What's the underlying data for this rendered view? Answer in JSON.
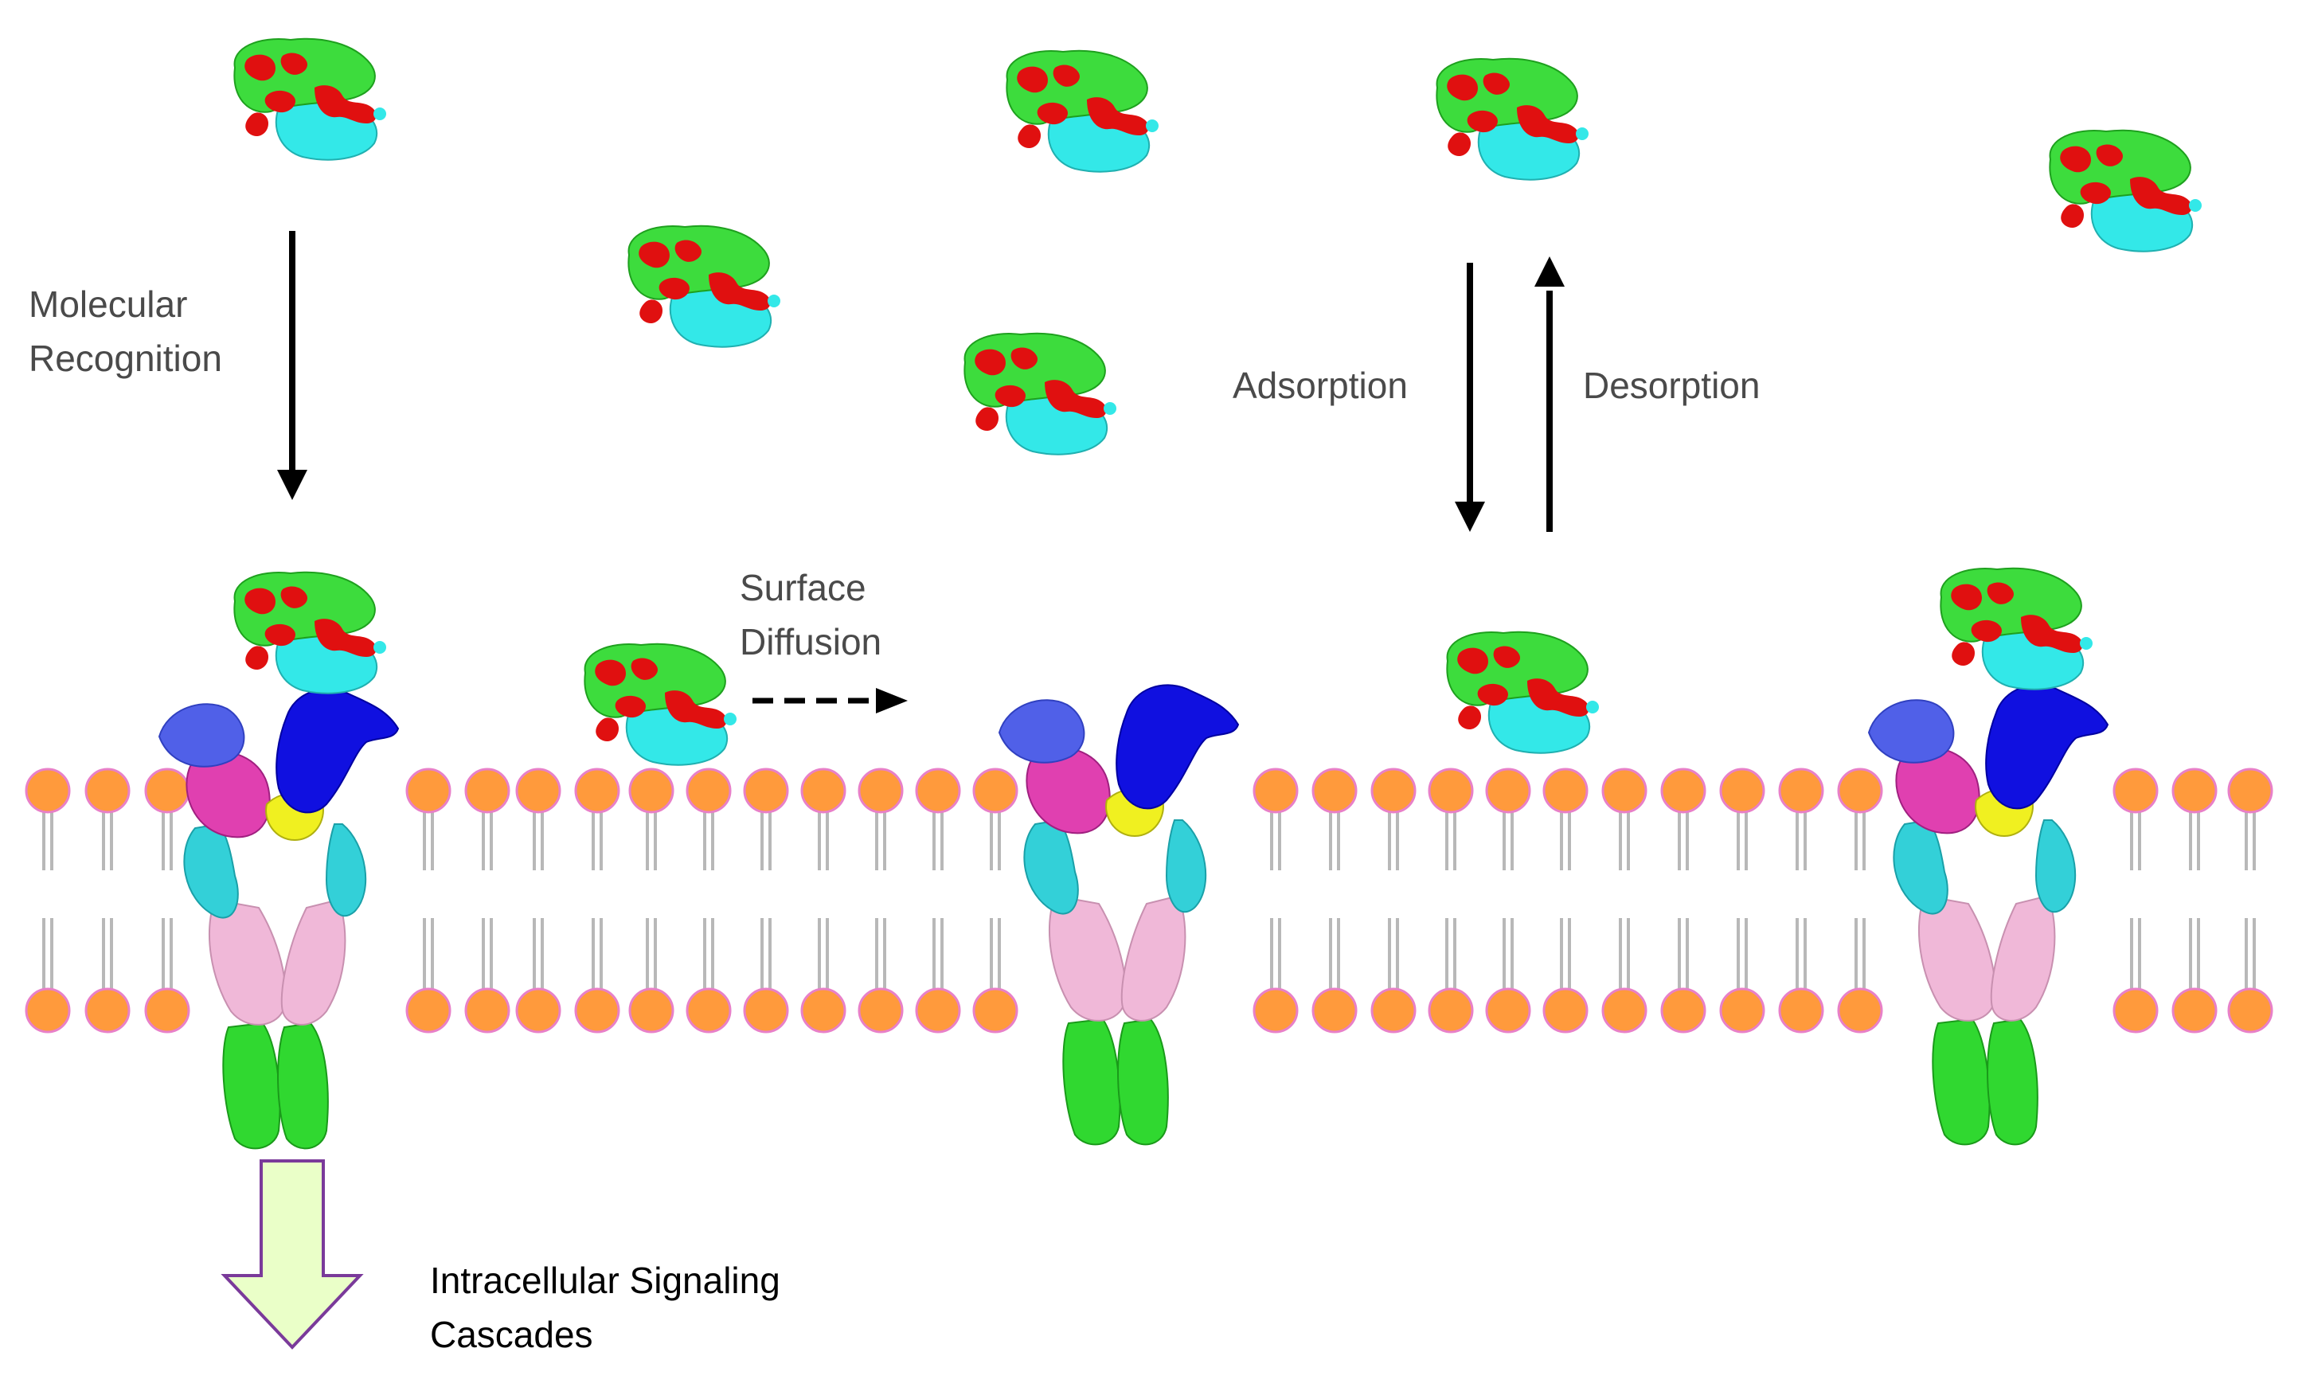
{
  "labels": {
    "molecular_recognition": [
      "Molecular",
      "Recognition"
    ],
    "surface_diffusion": [
      "Surface",
      "Diffusion"
    ],
    "adsorption": "Adsorption",
    "desorption": "Desorption",
    "intracellular": [
      "Intracellular Signaling",
      "Cascades"
    ]
  },
  "colors": {
    "background": "#ffffff",
    "lipid_head": "#ff9a3c",
    "lipid_head_stroke": "#e880c8",
    "lipid_tail": "#b8b8b8",
    "ligand_green": "#3ddc3d",
    "ligand_red": "#e01010",
    "ligand_cyan": "#33e8e8",
    "receptor_blue": "#1010e0",
    "receptor_lightblue": "#5060e8",
    "receptor_magenta": "#e040b0",
    "receptor_yellow": "#f0f020",
    "receptor_cyan": "#33d0d8",
    "receptor_pink": "#f0b8d8",
    "receptor_green": "#30d830",
    "signal_arrow_fill": "#eaffc8",
    "signal_arrow_stroke": "#7a3a9a",
    "arrow_color": "#000000"
  },
  "icons": {
    "ligand": "protein-ligand-icon",
    "receptor": "receptor-complex-icon",
    "lipid": "phospholipid-icon"
  }
}
